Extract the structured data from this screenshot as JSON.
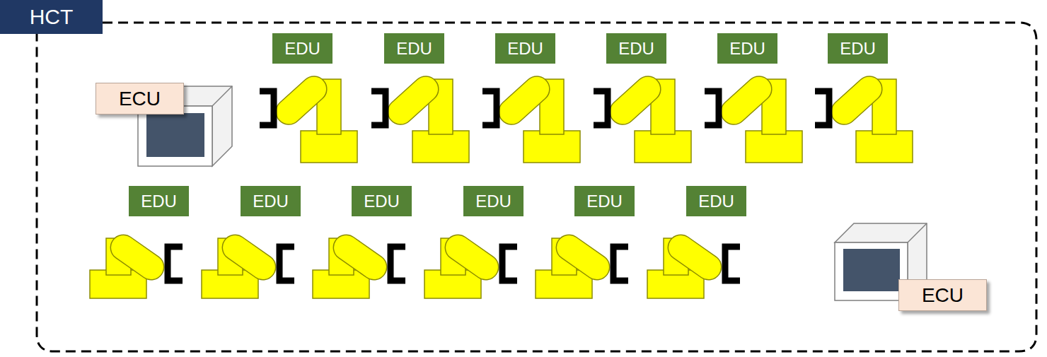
{
  "diagram": {
    "nodes": [
      {
        "text": [
          "HCT"
        ]
      },
      {
        "text": [
          "ECU"
        ],
        "in": 0
      },
      {
        "text": [
          "EDU"
        ],
        "in": 0
      },
      {
        "text": [
          "EDU"
        ],
        "in": 0
      },
      {
        "text": [
          "EDU"
        ],
        "in": 0
      },
      {
        "text": [
          "EDU"
        ],
        "in": 0
      },
      {
        "text": [
          "EDU"
        ],
        "in": 0
      },
      {
        "text": [
          "EDU"
        ],
        "in": 0
      },
      {
        "text": [
          "EDU"
        ],
        "in": 0
      },
      {
        "text": [
          "EDU"
        ],
        "in": 0
      },
      {
        "text": [
          "EDU"
        ],
        "in": 0
      },
      {
        "text": [
          "EDU"
        ],
        "in": 0
      },
      {
        "text": [
          "EDU"
        ],
        "in": 0
      },
      {
        "text": [
          "EDU"
        ],
        "in": 0
      },
      {
        "text": [
          "ECU"
        ],
        "in": 0
      }
    ]
  }
}
